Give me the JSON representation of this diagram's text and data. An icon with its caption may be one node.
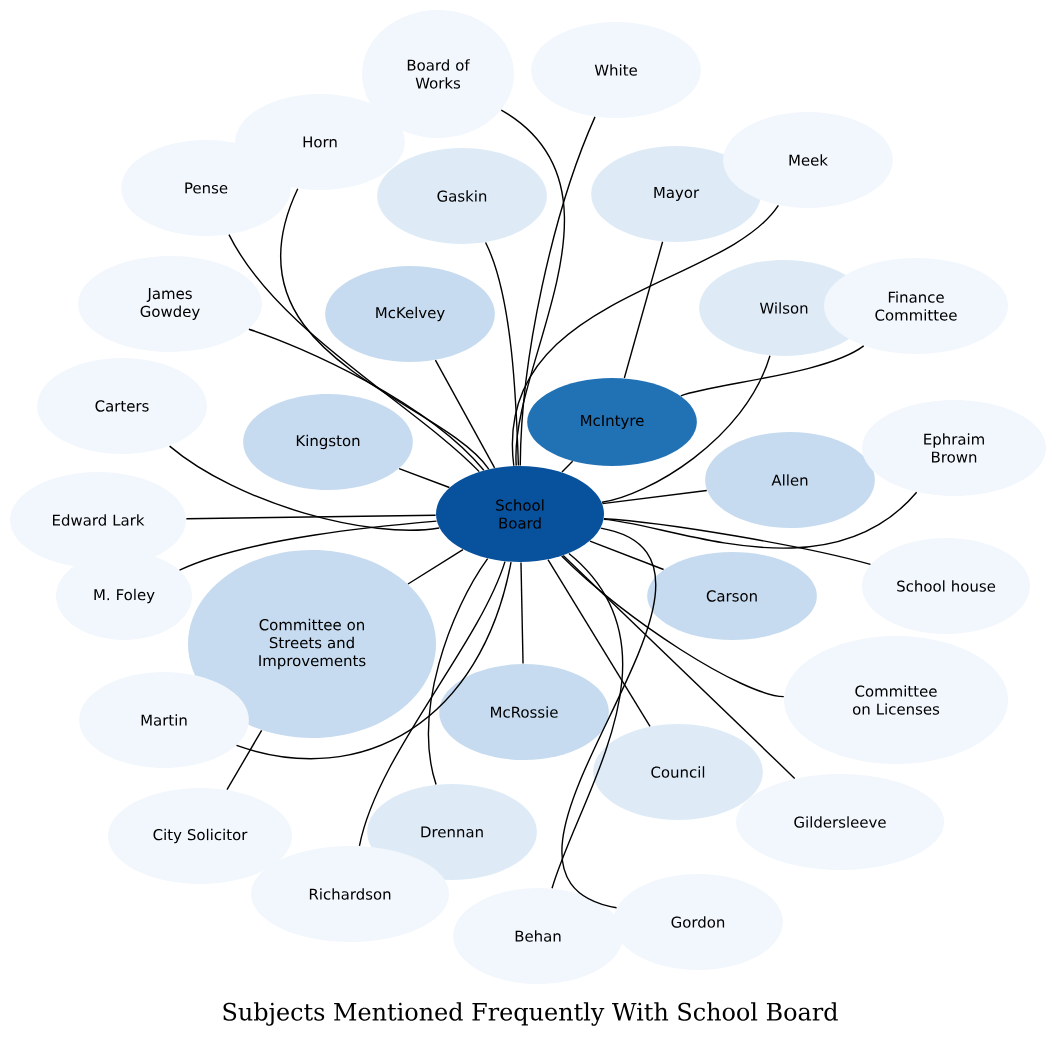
{
  "diagram": {
    "title": "Subjects Mentioned Frequently With School Board",
    "nodes": [
      {
        "text": [
          "School Board"
        ]
      },
      {
        "text": [
          "McIntyre"
        ]
      },
      {
        "text": [
          "Committee on Streets and Improvements"
        ]
      },
      {
        "text": [
          "McKelvey"
        ]
      },
      {
        "text": [
          "Kingston"
        ]
      },
      {
        "text": [
          "Allen"
        ]
      },
      {
        "text": [
          "Carson"
        ]
      },
      {
        "text": [
          "McRossie"
        ]
      },
      {
        "text": [
          "Wilson"
        ]
      },
      {
        "text": [
          "Mayor"
        ]
      },
      {
        "text": [
          "Gaskin"
        ]
      },
      {
        "text": [
          "Council"
        ]
      },
      {
        "text": [
          "Drennan"
        ]
      },
      {
        "text": [
          "Board of Works"
        ]
      },
      {
        "text": [
          "White"
        ]
      },
      {
        "text": [
          "Horn"
        ]
      },
      {
        "text": [
          "Meek"
        ]
      },
      {
        "text": [
          "Pense"
        ]
      },
      {
        "text": [
          "James Gowdey"
        ]
      },
      {
        "text": [
          "Finance Committee"
        ]
      },
      {
        "text": [
          "Carters"
        ]
      },
      {
        "text": [
          "Ephraim Brown"
        ]
      },
      {
        "text": [
          "Edward Lark"
        ]
      },
      {
        "text": [
          "M. Foley"
        ]
      },
      {
        "text": [
          "School house"
        ]
      },
      {
        "text": [
          "Martin"
        ]
      },
      {
        "text": [
          "Committee on Licenses"
        ]
      },
      {
        "text": [
          "City Solicitor"
        ]
      },
      {
        "text": [
          "Gildersleeve"
        ]
      },
      {
        "text": [
          "Richardson"
        ]
      },
      {
        "text": [
          "Gordon"
        ]
      },
      {
        "text": [
          "Behan"
        ]
      }
    ],
    "edges": [
      {
        "from": 0,
        "to": 1,
        "arrow": "none"
      },
      {
        "from": 0,
        "to": 2,
        "arrow": "none"
      },
      {
        "from": 0,
        "to": 3,
        "arrow": "none"
      },
      {
        "from": 0,
        "to": 4,
        "arrow": "none"
      },
      {
        "from": 0,
        "to": 5,
        "arrow": "none"
      },
      {
        "from": 0,
        "to": 6,
        "arrow": "none"
      },
      {
        "from": 0,
        "to": 7,
        "arrow": "none"
      },
      {
        "from": 0,
        "to": 8,
        "arrow": "none"
      },
      {
        "from": 1,
        "to": 9,
        "arrow": "none"
      },
      {
        "from": 0,
        "to": 10,
        "arrow": "none"
      },
      {
        "from": 0,
        "to": 11,
        "arrow": "none"
      },
      {
        "from": 0,
        "to": 12,
        "arrow": "none"
      },
      {
        "from": 0,
        "to": 13,
        "arrow": "none"
      },
      {
        "from": 0,
        "to": 14,
        "arrow": "none"
      },
      {
        "from": 0,
        "to": 15,
        "arrow": "none"
      },
      {
        "from": 0,
        "to": 16,
        "arrow": "none"
      },
      {
        "from": 0,
        "to": 17,
        "arrow": "none"
      },
      {
        "from": 0,
        "to": 18,
        "arrow": "none"
      },
      {
        "from": 1,
        "to": 19,
        "arrow": "none"
      },
      {
        "from": 0,
        "to": 20,
        "arrow": "none"
      },
      {
        "from": 0,
        "to": 21,
        "arrow": "none"
      },
      {
        "from": 0,
        "to": 22,
        "arrow": "none"
      },
      {
        "from": 0,
        "to": 23,
        "arrow": "none"
      },
      {
        "from": 0,
        "to": 24,
        "arrow": "none"
      },
      {
        "from": 0,
        "to": 25,
        "arrow": "none"
      },
      {
        "from": 0,
        "to": 26,
        "arrow": "none"
      },
      {
        "from": 2,
        "to": 27,
        "arrow": "none"
      },
      {
        "from": 0,
        "to": 28,
        "arrow": "none"
      },
      {
        "from": 0,
        "to": 29,
        "arrow": "none"
      },
      {
        "from": 0,
        "to": 30,
        "arrow": "none"
      },
      {
        "from": 0,
        "to": 31,
        "arrow": "none"
      }
    ]
  }
}
